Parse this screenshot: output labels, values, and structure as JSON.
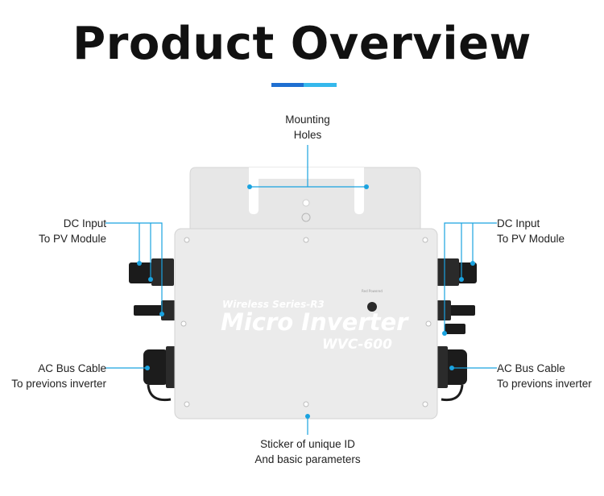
{
  "title": "Product Overview",
  "colors": {
    "accent_dark": "#1f6fd1",
    "accent_light": "#35b8ec",
    "leader": "#1aa3e0"
  },
  "labels": {
    "mounting": {
      "line1": "Mounting",
      "line2": "Holes"
    },
    "dc_left": {
      "line1": "DC Input",
      "line2": "To PV Module"
    },
    "dc_right": {
      "line1": "DC Input",
      "line2": "To PV Module"
    },
    "ac_left": {
      "line1": "AC Bus Cable",
      "line2": "To previons inverter"
    },
    "ac_right": {
      "line1": "AC Bus Cable",
      "line2": "To previons inverter"
    },
    "sticker": {
      "line1": "Sticker of unique ID",
      "line2": "And basic parameters"
    }
  },
  "device": {
    "series": "Wireless Series-R3",
    "name": "Micro Inverter",
    "model": "WVC-600",
    "button_label": "Red Powered"
  }
}
